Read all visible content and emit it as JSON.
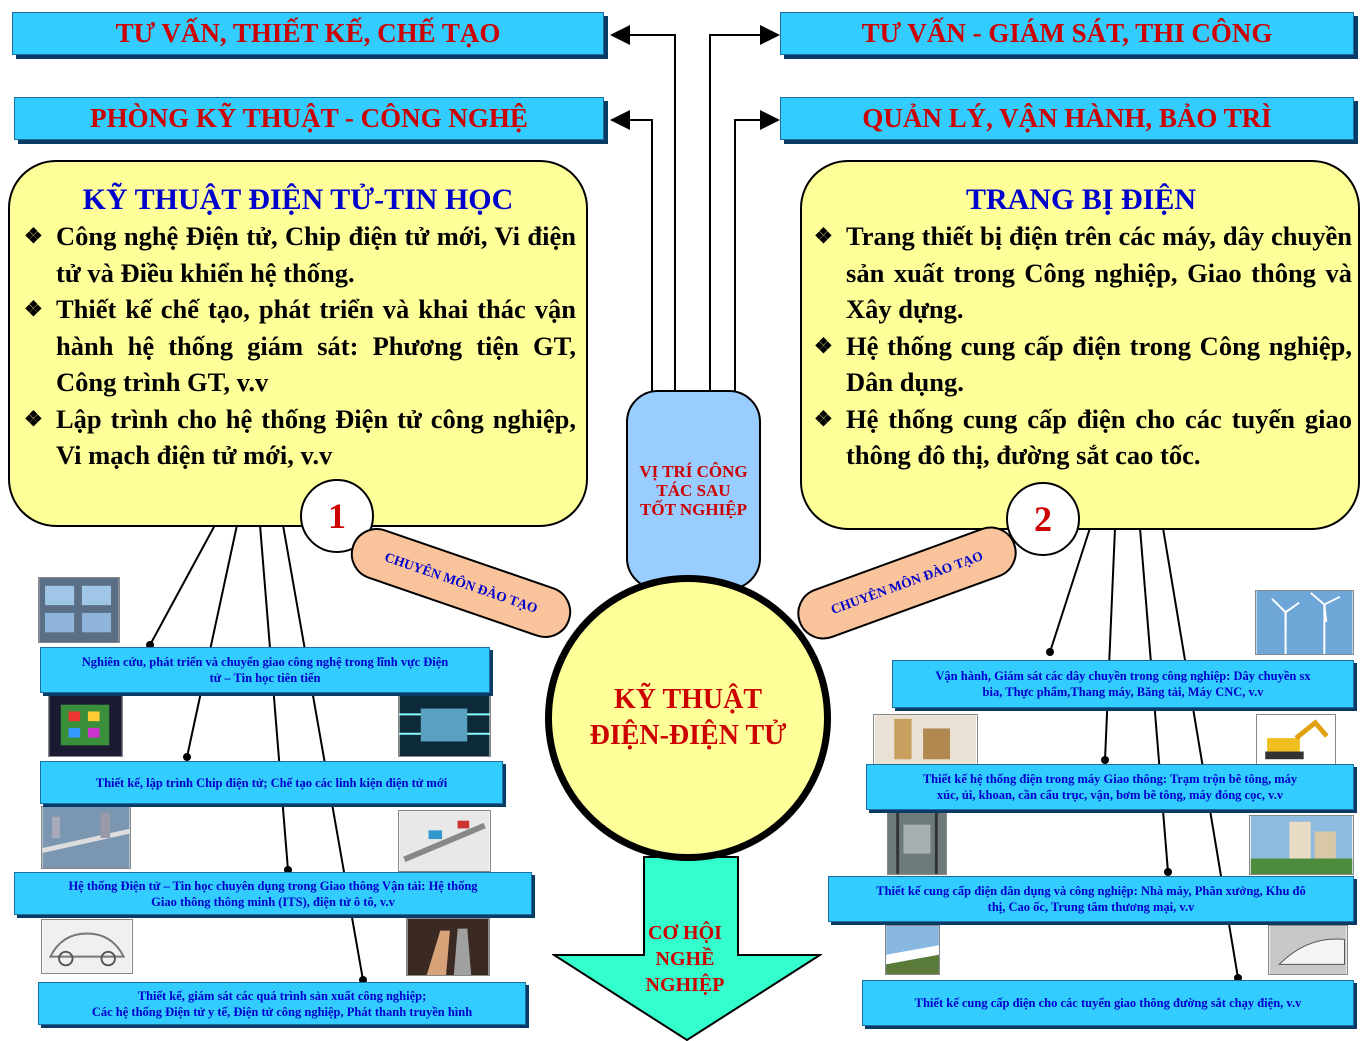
{
  "banners": {
    "top_left": "TƯ VẤN, THIẾT KẾ, CHẾ TẠO",
    "top_right": "TƯ VẤN - GIÁM SÁT, THI CÔNG",
    "mid_left": "PHÒNG KỸ THUẬT - CÔNG NGHỆ",
    "mid_right": "QUẢN LÝ, VẬN HÀNH, BẢO TRÌ"
  },
  "left_panel": {
    "title": "KỸ THUẬT ĐIỆN TỬ-TIN HỌC",
    "items": [
      "Công nghệ Điện tử, Chip điện tử mới, Vi điện tử và Điều khiển hệ thống.",
      "Thiết kế chế tạo, phát triển và khai thác vận hành hệ thống giám sát: Phương tiện GT, Công trình GT, v.v",
      "Lập trình cho hệ thống Điện tử công nghiệp, Vi mạch điện tử mới, v.v"
    ],
    "number": "1"
  },
  "right_panel": {
    "title": "TRANG BỊ ĐIỆN",
    "items": [
      "Trang thiết bị điện trên các máy, dây chuyền sản xuất trong Công nghiệp, Giao thông và Xây dựng.",
      "Hệ thống cung cấp điện trong Công nghiệp, Dân dụng.",
      "Hệ thống cung cấp điện cho các tuyến giao thông đô thị, đường sắt cao tốc."
    ],
    "number": "2"
  },
  "bullet_symbol": "❖",
  "center": {
    "line1": "KỸ THUẬT",
    "line2": "ĐIỆN-ĐIỆN TỬ"
  },
  "vitri": {
    "line1": "VỊ TRÍ CÔNG",
    "line2": "TÁC SAU",
    "line3": "TỐT NGHIỆP"
  },
  "pills": {
    "left": "CHUYÊN MÔN ĐÀO TẠO",
    "right": "CHUYÊN MÔN ĐÀO TẠO"
  },
  "arrow": {
    "line1": "CƠ HỘI",
    "line2": "NGHỀ",
    "line3": "NGHIỆP"
  },
  "left_boxes": [
    {
      "l1": "Nghiên cứu, phát triển và chuyển giao công nghệ trong lĩnh vực Điện",
      "l2": "tử – Tin học tiên tiến"
    },
    {
      "l1": "Thiết kế, lập trình Chip điện tử; Chế tạo các linh kiện điện tử mới",
      "l2": ""
    },
    {
      "l1": "Hệ thống Điện tử – Tin học chuyên dụng trong Giao thông Vận tải: Hệ thống",
      "l2": "Giao thông thông minh (ITS), điện tử ô tô, v.v"
    },
    {
      "l1": "Thiết kế, giám sát các quá trình sản xuất công nghiệp;",
      "l2": "Các hệ thống Điện tử y tế, Điện tử công nghiệp, Phát thanh truyền hình"
    }
  ],
  "right_boxes": [
    {
      "l1": "Vận hành, Giám sát các dây chuyền trong công nghiệp: Dây chuyền sx",
      "l2": "bia, Thực phẩm,Thang máy, Băng tải, Máy CNC, v.v"
    },
    {
      "l1": "Thiết kế hệ thống điện trong máy Giao thông: Trạm trộn bê tông, máy",
      "l2": "xúc, ủi, khoan, cần cẩu trục, vận, bơm bê tông, máy đóng cọc, v.v"
    },
    {
      "l1": "Thiết kế cung cấp điện dân dụng và công nghiệp: Nhà máy, Phân xưởng, Khu đô",
      "l2": "thị, Cao ốc, Trung tâm thương mại, v.v"
    },
    {
      "l1": "Thiết kế cung cấp điện cho các tuyến giao thông đường sắt chạy điện, v.v",
      "l2": ""
    }
  ],
  "colors": {
    "banner": "#33ccff",
    "panel": "#ffff99",
    "red": "#cc0000",
    "blue": "#0000cc",
    "pill": "#f9c39b",
    "vitri": "#99ccff",
    "arrow": "#33ffcc"
  }
}
